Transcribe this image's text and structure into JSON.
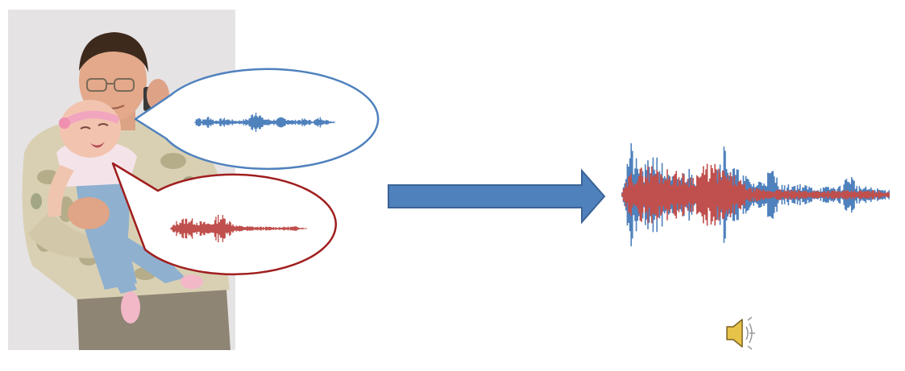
{
  "slide": {
    "colors": {
      "background": "#ffffff",
      "photo_backdrop": "#e6e3e4",
      "voice_a": "#4f81bd",
      "voice_b": "#c0504d",
      "arrow_fill": "#4f81bd",
      "arrow_stroke": "#3b6396",
      "bubble_fill": "#ffffff",
      "bubble_a_stroke": "#4f81bd",
      "bubble_b_stroke": "#a01e1e",
      "speaker_body": "#e8c34a"
    },
    "photo": {
      "subjects": [
        "man-on-phone",
        "crying-baby"
      ],
      "shirt_colors": [
        "#e4dcc6",
        "#b8b089",
        "#8f9a72"
      ],
      "skin": "#e7b08d",
      "hair": "#3e2a1d"
    },
    "bubble_a": {
      "speaker": "man-on-phone",
      "waveform": "voice_a"
    },
    "bubble_b": {
      "speaker": "crying-baby",
      "waveform": "voice_b"
    },
    "arrow": {
      "direction": "right",
      "meaning": "mixing"
    },
    "mixture": {
      "layers": [
        "voice_a",
        "voice_b"
      ]
    },
    "audio_icon": {
      "icon": "speaker-sound-icon"
    }
  }
}
